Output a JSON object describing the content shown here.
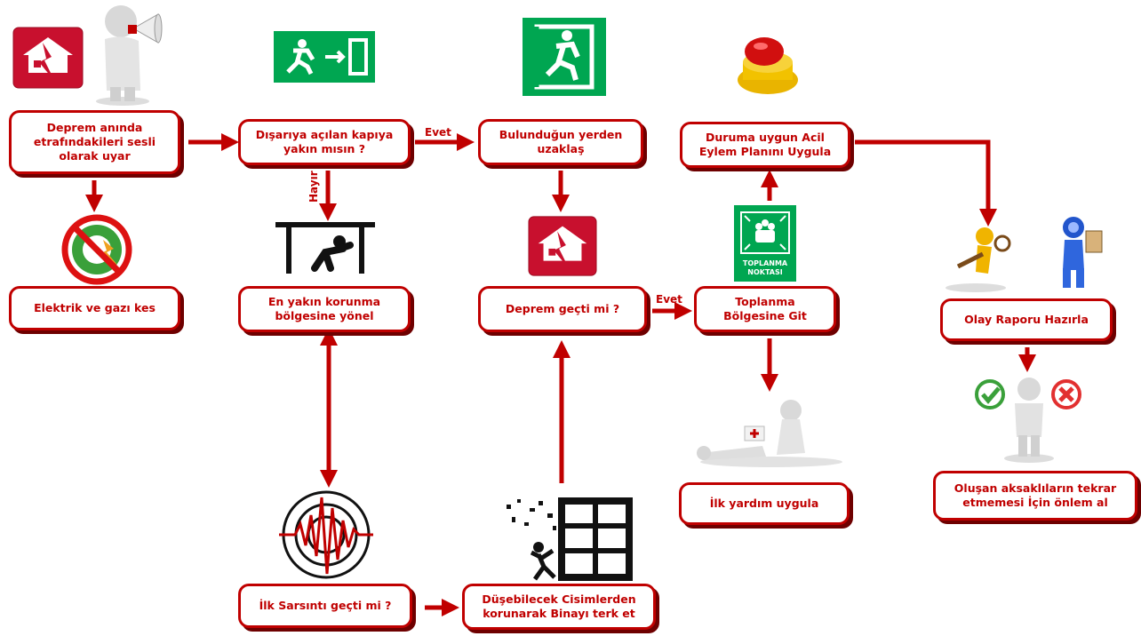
{
  "nodes": {
    "warn": "Deprem anında\netrafındakileri sesli\nolarak uyar",
    "door": "Dışarıya açılan kapıya\nyakın mısın ?",
    "away": "Bulunduğun yerden\nuzaklaş",
    "plan": "Duruma uygun Acil\nEylem Planını Uygula",
    "cut": "Elektrik ve gazı kes",
    "shelter": "En yakın korunma\nbölgesine yönel",
    "over": "Deprem geçti mi ?",
    "assembly": "Toplanma\nBölgesine Git",
    "report": "Olay Raporu Hazırla",
    "firstaid": "İlk yardım uygula",
    "prevent": "Oluşan aksaklıların tekrar\netmemesi İçin önlem  al",
    "firstshock": "İlk Sarsıntı geçti mi ?",
    "leave": "Düşebilecek Cisimlerden\nkorunarak Binayı terk et"
  },
  "labels": {
    "yes1": "Evet",
    "no1": "Hayır",
    "yes2": "Evet"
  },
  "sign_text": {
    "assembly_sign": "TOPLANMA\nNOKTASI"
  },
  "colors": {
    "accent": "#c00000",
    "shadow": "#6e0000",
    "sign_green": "#00a651"
  },
  "icons": [
    "house-quake-icon",
    "megaphone-person-icon",
    "exit-sign-icon",
    "exit-door-icon",
    "emergency-button-icon",
    "no-gas-electric-icon",
    "duck-cover-icon",
    "assembly-point-sign-icon",
    "investigator-icons",
    "decision-person-icon",
    "seismograph-icon",
    "falling-debris-icon",
    "first-aid-icon"
  ]
}
